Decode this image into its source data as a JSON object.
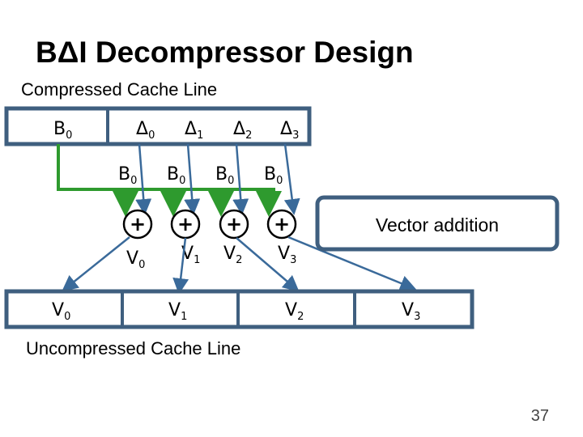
{
  "title": "BΔI Decompressor Design",
  "compressed_label": "Compressed Cache Line",
  "uncompressed_label": "Uncompressed Cache Line",
  "callout": "Vector addition",
  "page_number": "37",
  "base_symbol": "B",
  "base_index": "0",
  "compressed_fields": [
    {
      "sym": "B",
      "sub": "0"
    },
    {
      "sym": "Δ",
      "sub": "0"
    },
    {
      "sym": "Δ",
      "sub": "1"
    },
    {
      "sym": "Δ",
      "sub": "2"
    },
    {
      "sym": "Δ",
      "sub": "3"
    }
  ],
  "adder_symbol": "+",
  "result_symbol": "V",
  "result_indices": [
    "0",
    "1",
    "2",
    "3"
  ],
  "colors": {
    "box_border": "#3f5f7f",
    "wire_green": "#2e9a2e",
    "arrow_blue": "#3a6a9a",
    "callout_border": "#3f5f7f"
  }
}
